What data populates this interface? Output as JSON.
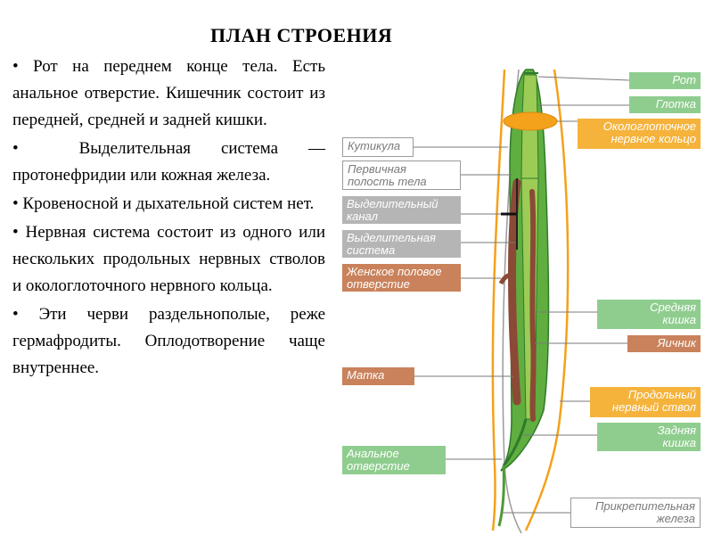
{
  "title": "ПЛАН СТРОЕНИЯ",
  "bullets": [
    "Рот на переднем конце тела. Есть анальное отверстие. Кишечник состоит из передней, средней и задней кишки.",
    "Выделительная система — протонефридии или кожная железа.",
    "Кровеносной и дыхательной систем нет.",
    "Нервная система состоит из одного или нескольких продольных нервных стволов и окологлоточного нервного кольца.",
    "Эти черви раздельнополые, реже гермафродиты. Оплодотворение чаще внутреннее."
  ],
  "labels": {
    "mouth": "Рот",
    "pharynx": "Глотка",
    "nerve_ring_1": "Окологлоточное",
    "nerve_ring_2": "нервное кольцо",
    "cuticle": "Кутикула",
    "body_cavity_1": "Первичная",
    "body_cavity_2": "полость тела",
    "excretory_canal_1": "Выделительный",
    "excretory_canal_2": "канал",
    "excretory_system_1": "Выделительная",
    "excretory_system_2": "система",
    "female_pore_1": "Женское половое",
    "female_pore_2": "отверстие",
    "midgut_1": "Средняя",
    "midgut_2": "кишка",
    "ovary": "Яичник",
    "uterus": "Матка",
    "nerve_cord_1": "Продольный",
    "nerve_cord_2": "нервный ствол",
    "hindgut_1": "Задняя",
    "hindgut_2": "кишка",
    "anus_1": "Анальное",
    "anus_2": "отверстие",
    "gland_1": "Прикрепительная",
    "gland_2": "железа"
  },
  "colors": {
    "green_label": "#8fcd8f",
    "orange_label": "#f5b33c",
    "brown_label": "#c9825b",
    "gray_label": "#b5b5b5",
    "worm_body": "#5fae3f",
    "gut": "#9ccc55",
    "uterus": "#8b4a35",
    "nerve": "#f4a11c"
  }
}
